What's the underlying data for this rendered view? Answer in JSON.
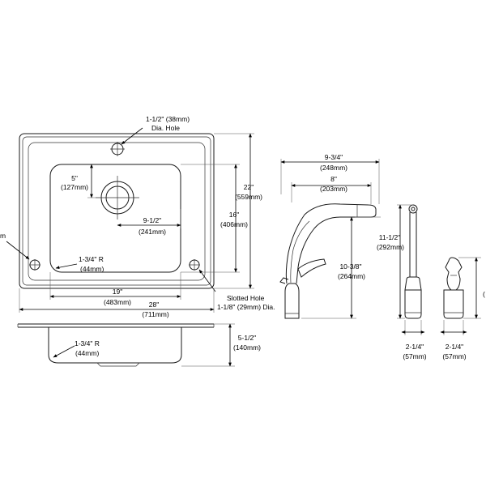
{
  "sink_top": {
    "faucet_hole": {
      "size": "1-1/2\" (38mm)",
      "note": "Dia. Hole"
    },
    "drain_offset": {
      "imperial": "5\"",
      "metric": "(127mm)"
    },
    "drain_center": {
      "imperial": "9-1/2\"",
      "metric": "(241mm)"
    },
    "bowl_depth_front_back": {
      "imperial": "16\"",
      "metric": "(406mm)"
    },
    "overall_front_back": {
      "imperial": "22\"",
      "metric": "(559mm)"
    },
    "corner_radius": {
      "imperial": "1-3/4\" R",
      "metric": "(44mm)"
    },
    "bowl_width": {
      "imperial": "19\"",
      "metric": "(483mm)"
    },
    "overall_width": {
      "imperial": "28\"",
      "metric": "(711mm)"
    },
    "slotted_hole": {
      "line1": "Slotted Hole",
      "line2": "1-1/8\" (29mm) Dia."
    },
    "left_cut_label": "m"
  },
  "sink_side": {
    "corner_radius": {
      "imperial": "1-3/4\" R",
      "metric": "(44mm)"
    },
    "depth": {
      "imperial": "5-1/2\"",
      "metric": "(140mm)"
    }
  },
  "faucet": {
    "reach_overall": {
      "imperial": "9-3/4\"",
      "metric": "(248mm)"
    },
    "reach_spout": {
      "imperial": "8\"",
      "metric": "(203mm)"
    },
    "height": {
      "imperial": "10-3/8\"",
      "metric": "(264mm)"
    }
  },
  "side_spray": {
    "height": {
      "imperial": "11-1/2\"",
      "metric": "(292mm)"
    },
    "base": {
      "imperial": "2-1/4\"",
      "metric": "(57mm)"
    }
  },
  "soap_dispenser": {
    "base": {
      "imperial": "2-1/4\"",
      "metric": "(57mm)"
    },
    "right_cut_label": "("
  }
}
